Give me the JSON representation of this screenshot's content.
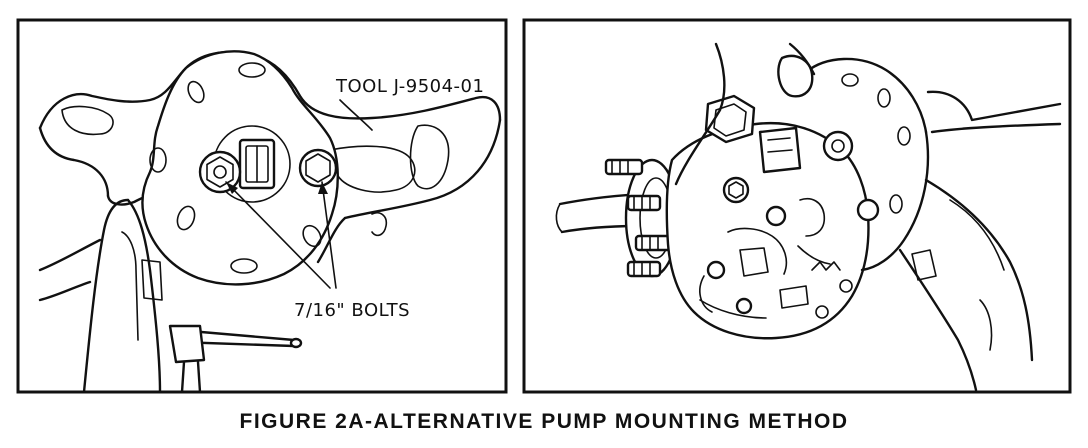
{
  "figure": {
    "caption": "FIGURE 2A-ALTERNATIVE PUMP MOUNTING METHOD",
    "left_panel": {
      "tool_label": "TOOL J-9504-01",
      "bolts_label": "7/16\" BOLTS"
    }
  }
}
